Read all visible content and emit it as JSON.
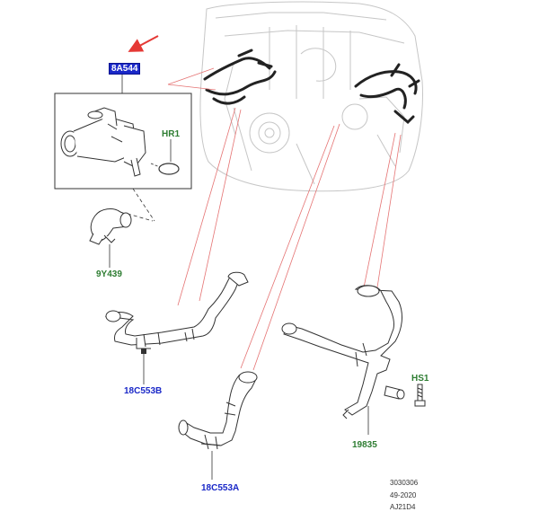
{
  "labels": {
    "p8A544": "8A544",
    "pHR1": "HR1",
    "p9Y439": "9Y439",
    "p18C553B": "18C553B",
    "p18C553A": "18C553A",
    "pHS1": "HS1",
    "p19835": "19835"
  },
  "reference": {
    "line1": "3030306",
    "line2": "49-2020",
    "line3": "AJ21D4"
  },
  "colors": {
    "highlight": "#1a28c8",
    "part_blue": "#1a28c8",
    "part_green": "#2e7d32",
    "arrow": "#e53935",
    "leader": "#e57373"
  }
}
